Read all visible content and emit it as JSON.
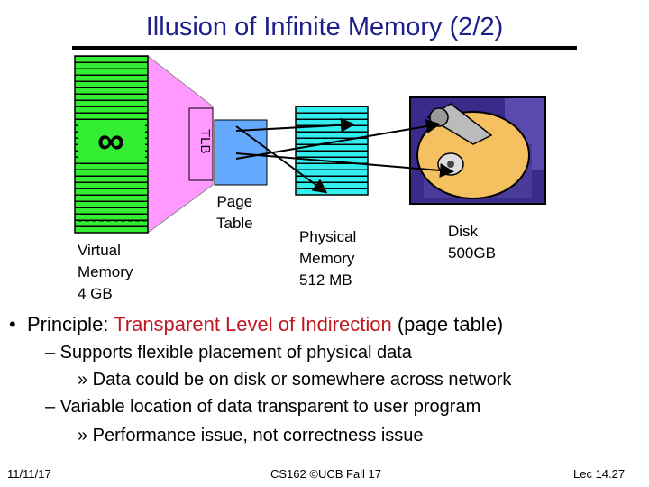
{
  "slide": {
    "title": "Illusion of Infinite Memory (2/2)"
  },
  "diagram": {
    "virtual_memory_label": [
      "Virtual",
      "Memory",
      "4 GB"
    ],
    "infinity_symbol": "∞",
    "tlb_label": "TLB",
    "page_table_label": [
      "Page",
      "Table"
    ],
    "physical_memory_label": [
      "Physical",
      "Memory",
      "512 MB"
    ],
    "disk_label": [
      "Disk",
      "500GB"
    ],
    "colors": {
      "virtual_memory": "#33ee33",
      "page_table": "#ff99ff",
      "tlb": "#66aaff",
      "physical_memory": "#33eeee",
      "disk_body": "#f5c060",
      "disk_bg": "#3a2a8a"
    }
  },
  "bullets": {
    "b1_prefix": "Principle: ",
    "b1_highlight": "Transparent Level of Indirection",
    "b1_suffix": " (page table)",
    "b2": "– Supports flexible placement of physical data",
    "b3": "» Data could be on disk or somewhere across network",
    "b4": "– Variable location of data transparent to user program",
    "b5": "» Performance issue, not correctness issue"
  },
  "footer": {
    "date": "11/11/17",
    "course": "CS162 ©UCB Fall 17",
    "lecture": "Lec 14.27"
  }
}
